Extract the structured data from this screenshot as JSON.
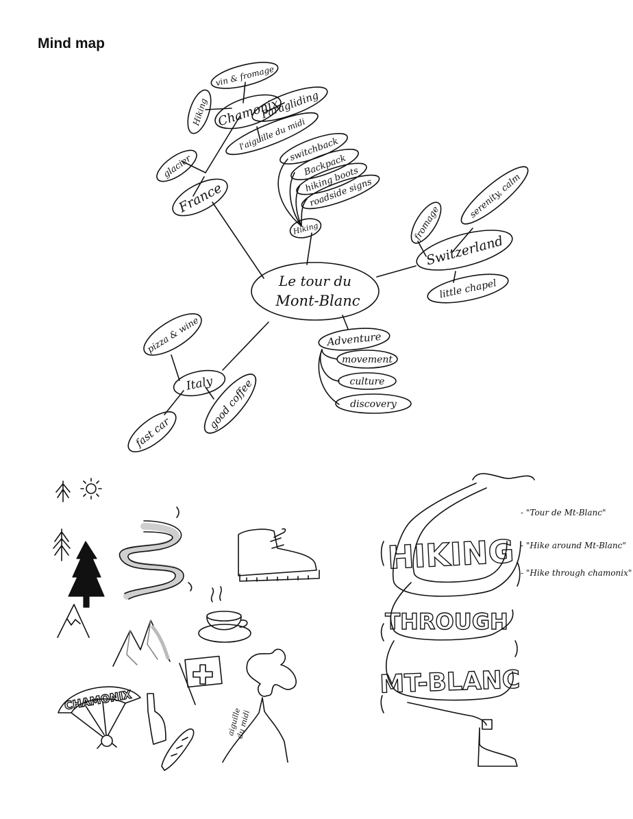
{
  "heading": "Mind map",
  "mindmap": {
    "center": {
      "line1": "Le tour du",
      "line2": "Mont-Blanc"
    },
    "france": {
      "label": "France",
      "children": {
        "glacier": "glacier",
        "chamonix": "Chamonix",
        "hiking": "Hiking",
        "vin": "vin & fromage",
        "paragliding": "Paragliding",
        "aiguille": "l'aiguille du midi"
      }
    },
    "hiking": {
      "label": "Hiking",
      "children": [
        "switchback",
        "Backpack",
        "hiking boots",
        "roadside signs"
      ]
    },
    "switzerland": {
      "label": "Switzerland",
      "children": {
        "fromage": "fromage",
        "serenity": "serenity, calm",
        "chapel": "little chapel"
      }
    },
    "adventure": {
      "label": "Adventure",
      "children": [
        "movement",
        "culture",
        "discovery"
      ]
    },
    "italy": {
      "label": "Italy",
      "children": {
        "pizza": "pizza & wine",
        "fastcar": "fast car",
        "coffee": "good coffee"
      }
    }
  },
  "sketches": {
    "chamonix_banner": "CHAMONIX",
    "aiguille_label_1": "aiguille",
    "aiguille_label_2": "du midi"
  },
  "lettering": {
    "word1": "HIKING",
    "word2": "THROUGH",
    "word3": "MT-BLANC",
    "notes": [
      "- \"Tour de Mt-Blanc\"",
      "- \"Hike around Mt-Blanc\"",
      "- \"Hike through chamonix\""
    ]
  }
}
